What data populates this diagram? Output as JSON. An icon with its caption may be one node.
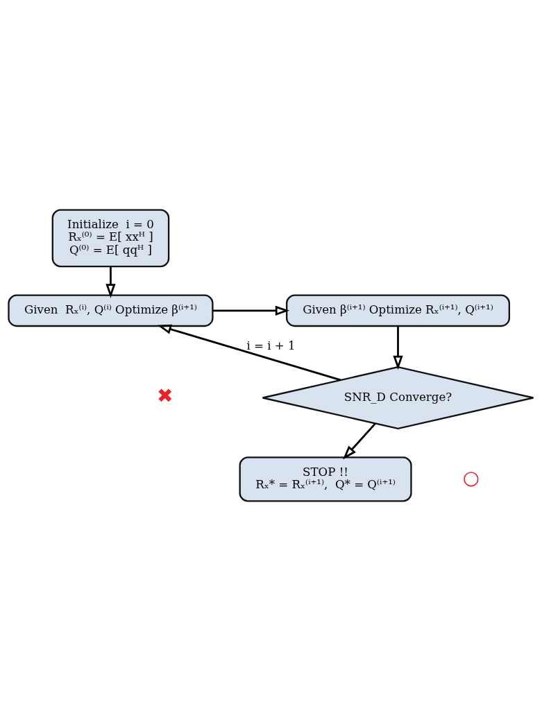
{
  "diagram": {
    "nodes": [
      {
        "text": [
          "Initialize  i = 0",
          "Rₓ⁽⁰⁾ = E[ xxᴴ ]",
          "Q⁽⁰⁾ = E[ qqᴴ ]"
        ]
      },
      {
        "text": [
          "Given  Rₓ⁽ⁱ⁾, Q⁽ⁱ⁾ Optimize β⁽ⁱ⁺¹⁾"
        ]
      },
      {
        "text": [
          "Given β⁽ⁱ⁺¹⁾ Optimize Rₓ⁽ⁱ⁺¹⁾, Q⁽ⁱ⁺¹⁾"
        ]
      },
      {
        "text": [
          "SNR_D Converge?"
        ]
      },
      {
        "text": [
          "STOP !!",
          "Rₓ* = Rₓ⁽ⁱ⁺¹⁾,  Q* = Q⁽ⁱ⁺¹⁾"
        ]
      }
    ],
    "edges": [
      {
        "from": 0,
        "to": 1,
        "arrow": "to"
      },
      {
        "from": 1,
        "to": 2,
        "arrow": "to"
      },
      {
        "from": 2,
        "to": 3,
        "arrow": "to"
      },
      {
        "from": 3,
        "to": 1,
        "arrow": "to",
        "label": "i = i + 1"
      },
      {
        "from": 3,
        "to": 4,
        "arrow": "to"
      }
    ],
    "labels": [
      "✖",
      "○"
    ]
  }
}
